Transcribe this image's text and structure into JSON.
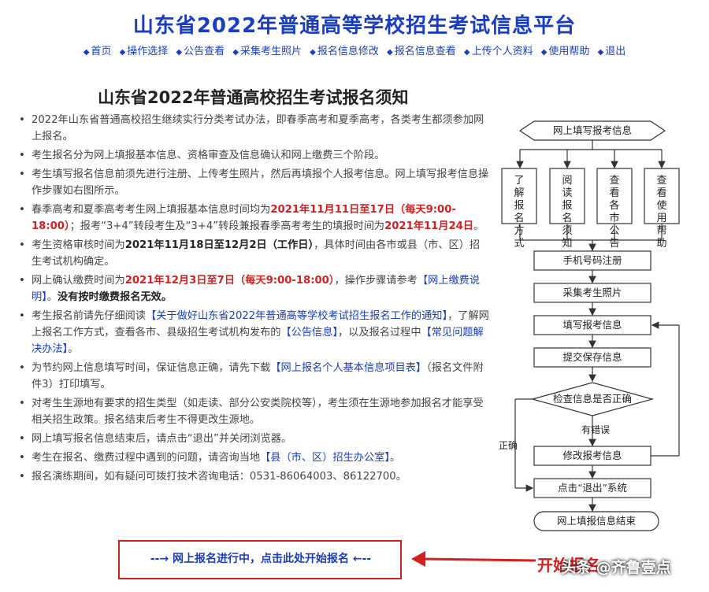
{
  "header": {
    "title": "山东省2022年普通高等学校招生考试信息平台",
    "nav": [
      {
        "label": "首页"
      },
      {
        "label": "操作选择"
      },
      {
        "label": "公告查看"
      },
      {
        "label": "采集考生照片"
      },
      {
        "label": "报名信息修改"
      },
      {
        "label": "报名信息查看"
      },
      {
        "label": "上传个人资料"
      },
      {
        "label": "使用帮助"
      },
      {
        "label": "退出"
      }
    ],
    "nav_bullet": "◆"
  },
  "notice": {
    "title": "山东省2022年普通高校招生考试报名须知",
    "items": [
      {
        "t1": "2022年山东省普通高校招生继续实行分类考试办法，即春季高考和夏季高考，各类考生都须参加网上报名。"
      },
      {
        "t1": "考生报名分为网上填报基本信息、资格审查及信息确认和网上缴费三个阶段。"
      },
      {
        "t1": "考生填写报名信息前须先进行注册、上传考生照片，然后再填报个人报考信息。网上填写报考信息操作步骤如右图所示。"
      },
      {
        "t1": "春季高考和夏季高考考生网上填报基本信息时间均为",
        "red1": "2021年11月11日至17日（每天9:00-18:00）",
        "t2": "；报考“3+4”转段考生及“3+4”转段兼报春季高考考生的填报时间为",
        "red2": "2021年11月24日",
        "t3": "。"
      },
      {
        "t1": "考生资格审核时间为",
        "bold1": "2021年11月18日至12月2日（工作日）",
        "t2": "，具体时间由各市或县（市、区）招生考试机构确定。"
      },
      {
        "t1": "网上确认缴费时间为",
        "red1": "2021年12月3日至7日（每天9:00-18:00）",
        "t2": "，操作步骤请参考",
        "link1": "【网上缴费说明】",
        "t3": "。",
        "bold1": "没有按时缴费报名无效。"
      },
      {
        "t1": "考生报名前请先仔细阅读",
        "link1": "【关于做好山东省2022年普通高等学校考试招生报名工作的通知】",
        "t2": "，了解网上报名工作方式，查看各市、县级招生考试机构发布的",
        "link2": "【公告信息】",
        "t3": "，以及报名过程中",
        "link3": "【常见问题解决办法】",
        "t4": "。"
      },
      {
        "t1": "为节约网上信息填写时间，保证信息正确，请先下载",
        "link1": "【网上报名个人基本信息项目表】",
        "t2": "（报名文件附件3）打印填写。"
      },
      {
        "t1": "对考生生源地有要求的招生类型（如走读、部分公安类院校等），考生须在生源地参加报名才能享受相关招生政策。报名结束后考生不得更改生源地。"
      },
      {
        "t1": "网上填写报名信息结束后，请点击“退出”并关闭浏览器。"
      },
      {
        "t1": "考生在报名、缴费过程中遇到的问题，请咨询当地",
        "link1": "【县（市、区）招生办公室】",
        "t2": "。"
      },
      {
        "t1": "报名演练期间，如有疑问可拨打技术咨询电话：0531-86064003、86122700。"
      }
    ]
  },
  "flowchart": {
    "start": "网上填写报考信息",
    "branches": [
      "了解报名方式",
      "阅读报名须知",
      "查看各市公告",
      "查看使用帮助"
    ],
    "steps": [
      "手机号码注册",
      "采集考生照片",
      "填写报考信息",
      "提交保存信息"
    ],
    "decision": "检查信息是否正确",
    "error_label": "有错误",
    "correct_label": "正确",
    "fix": "修改报考信息",
    "exit": "点击“退出”系统",
    "end": "网上填报信息结束"
  },
  "start_link": {
    "label": "--→ 网上报名进行中，点击此处开始报名 ←--"
  },
  "cta": {
    "label": "开始报名"
  },
  "watermark": {
    "label": "头条 @齐鲁壹点"
  },
  "colors": {
    "title": "#1a3dbf",
    "red": "#d21f1f",
    "text": "#444444"
  }
}
